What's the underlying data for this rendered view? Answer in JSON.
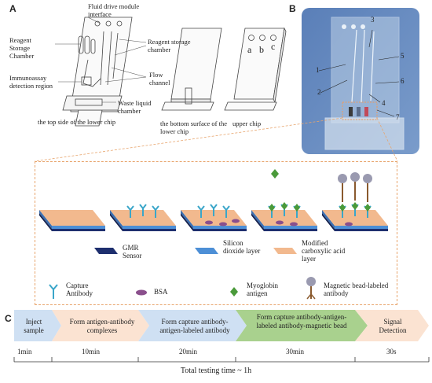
{
  "panels": {
    "a": "A",
    "b": "B",
    "c": "C"
  },
  "panel_a": {
    "labels": {
      "fluid_drive": "Fluid drive module interface",
      "reagent_chamber_left": "Reagent Storage Chamber",
      "reagent_chamber_right": "Reagent storage chamber",
      "flow_channel": "Flow channel",
      "immunoassay_region": "Immunoassay detection region",
      "waste_chamber": "Waste liquid chamber",
      "hole_a": "a",
      "hole_b": "b",
      "hole_c": "c"
    },
    "captions": {
      "top_side": "the top side of the lower chip",
      "bottom_surface": "the bottom surface of the lower chip",
      "upper_chip": "upper chip"
    }
  },
  "panel_b": {
    "numbers": [
      "1",
      "2",
      "3",
      "4",
      "5",
      "6",
      "7"
    ]
  },
  "legend": {
    "gmr": "GMR Sensor",
    "silicon": "Silicon dioxide layer",
    "carboxylic": "Modified carboxylic acid layer",
    "capture": "Capture Antibody",
    "bsa": "BSA",
    "myoglobin": "Myoglobin antigen",
    "magnetic": "Magnetic bead-labeled antibody"
  },
  "colors": {
    "gmr": "#1e2f6e",
    "silicon": "#4d8fd6",
    "carboxylic": "#f2b98e",
    "antibody": "#3aa6c9",
    "bsa": "#8a4f8c",
    "antigen": "#4a9a3a",
    "bead": "#9a9ab0",
    "arrow_blue": "#cfe0f3",
    "arrow_peach": "#fbe3d2",
    "arrow_green": "#a9d18e",
    "dashed_border": "#e8a56d"
  },
  "timeline": {
    "steps": [
      {
        "label": "Inject sample",
        "time": "1min"
      },
      {
        "label": "Form antigen-antibody complexes",
        "time": "10min"
      },
      {
        "label": "Form capture antibody-antigen-labeled antibody",
        "time": "20min"
      },
      {
        "label": "Form capture antibody-antigen-labeled antibody-magnetic bead",
        "time": "30min"
      },
      {
        "label": "Signal Detection",
        "time": "30s"
      }
    ],
    "total": "Total testing time ~ 1h"
  }
}
